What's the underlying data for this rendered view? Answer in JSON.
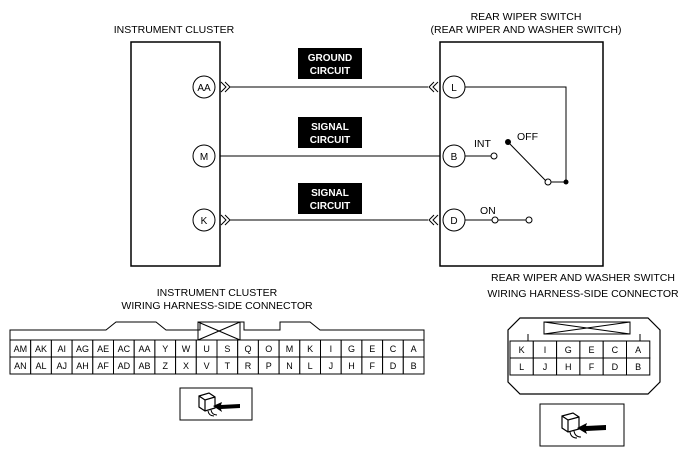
{
  "left_component": {
    "title": "INSTRUMENT CLUSTER",
    "pins": [
      "AA",
      "M",
      "K"
    ]
  },
  "right_component": {
    "title_line1": "REAR WIPER SWITCH",
    "title_line2": "(REAR WIPER AND WASHER SWITCH)",
    "pins": [
      "L",
      "B",
      "D"
    ],
    "switch_labels": {
      "int": "INT",
      "off": "OFF",
      "on": "ON"
    }
  },
  "circuits": [
    {
      "line1": "GROUND",
      "line2": "CIRCUIT"
    },
    {
      "line1": "SIGNAL",
      "line2": "CIRCUIT"
    },
    {
      "line1": "SIGNAL",
      "line2": "CIRCUIT"
    }
  ],
  "left_connector": {
    "title_line1": "INSTRUMENT CLUSTER",
    "title_line2": "WIRING HARNESS-SIDE CONNECTOR",
    "row1": [
      "AM",
      "AK",
      "AI",
      "AG",
      "AE",
      "AC",
      "AA",
      "Y",
      "W",
      "U",
      "S",
      "Q",
      "O",
      "M",
      "K",
      "I",
      "G",
      "E",
      "C",
      "A"
    ],
    "row2": [
      "AN",
      "AL",
      "AJ",
      "AH",
      "AF",
      "AD",
      "AB",
      "Z",
      "X",
      "V",
      "T",
      "R",
      "P",
      "N",
      "L",
      "J",
      "H",
      "F",
      "D",
      "B"
    ]
  },
  "right_connector": {
    "title_line1": "REAR WIPER AND WASHER SWITCH",
    "title_line2": "WIRING HARNESS-SIDE CONNECTOR",
    "row1": [
      "K",
      "I",
      "G",
      "E",
      "C",
      "A"
    ],
    "row2": [
      "L",
      "J",
      "H",
      "F",
      "D",
      "B"
    ]
  }
}
